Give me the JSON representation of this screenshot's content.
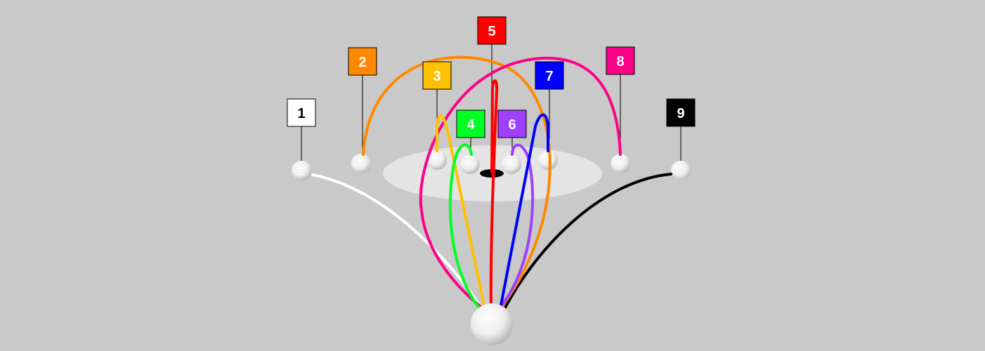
{
  "flags": [
    {
      "label": "1",
      "color": "#ffffff",
      "text_color": "#000000"
    },
    {
      "label": "2",
      "color": "#ff8800",
      "text_color": "#ffffff"
    },
    {
      "label": "3",
      "color": "#ffc000",
      "text_color": "#ffffff"
    },
    {
      "label": "4",
      "color": "#00ff22",
      "text_color": "#ffffff"
    },
    {
      "label": "5",
      "color": "#ff0000",
      "text_color": "#ffffff"
    },
    {
      "label": "6",
      "color": "#a040ff",
      "text_color": "#ffffff"
    },
    {
      "label": "7",
      "color": "#0000ff",
      "text_color": "#ffffff"
    },
    {
      "label": "8",
      "color": "#ff0088",
      "text_color": "#ffffff"
    },
    {
      "label": "9",
      "color": "#000000",
      "text_color": "#ffffff"
    }
  ]
}
